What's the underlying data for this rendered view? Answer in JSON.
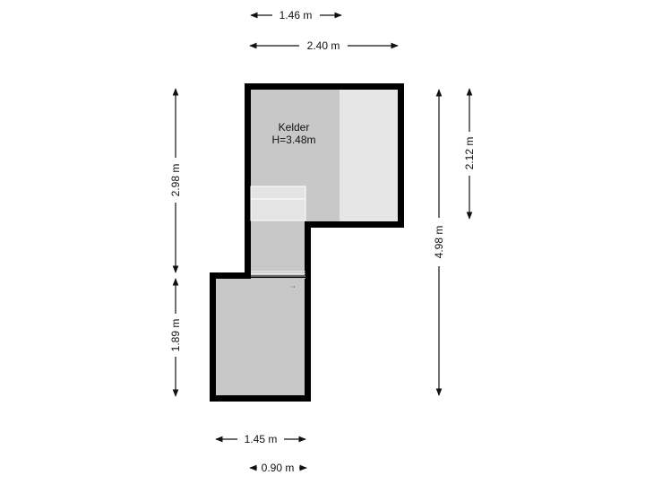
{
  "room": {
    "name": "Kelder",
    "height_label": "H=3.48m"
  },
  "dimensions": {
    "top_inner": "1.46 m",
    "top_outer": "2.40 m",
    "left_upper": "2.98 m",
    "left_lower": "1.89 m",
    "right_outer": "4.98 m",
    "right_inner": "2.12 m",
    "bottom_upper": "1.45 m",
    "bottom_lower": "0.90 m"
  },
  "markers": {
    "stair_arrow": "↑"
  },
  "colors": {
    "wall": "#000000",
    "floor": "#c8c8c8",
    "floor_light": "#e6e6e6",
    "stairs": "#e4e4e4",
    "dimension": "#111111"
  }
}
